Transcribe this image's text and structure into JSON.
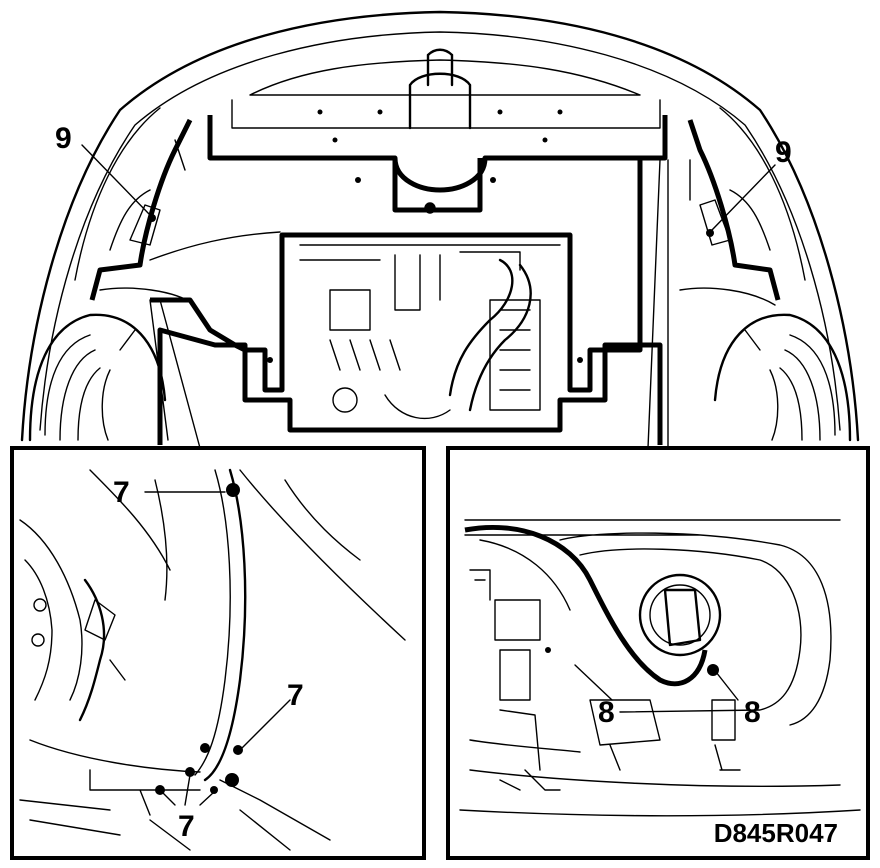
{
  "callouts": {
    "label_9_left": "9",
    "label_9_right": "9",
    "label_7_top": "7",
    "label_7_right": "7",
    "label_7_bottom": "7",
    "label_8_left": "8",
    "label_8_right": "8"
  },
  "drawing_code": "D845R047",
  "colors": {
    "line": "#000000",
    "background": "#ffffff"
  }
}
